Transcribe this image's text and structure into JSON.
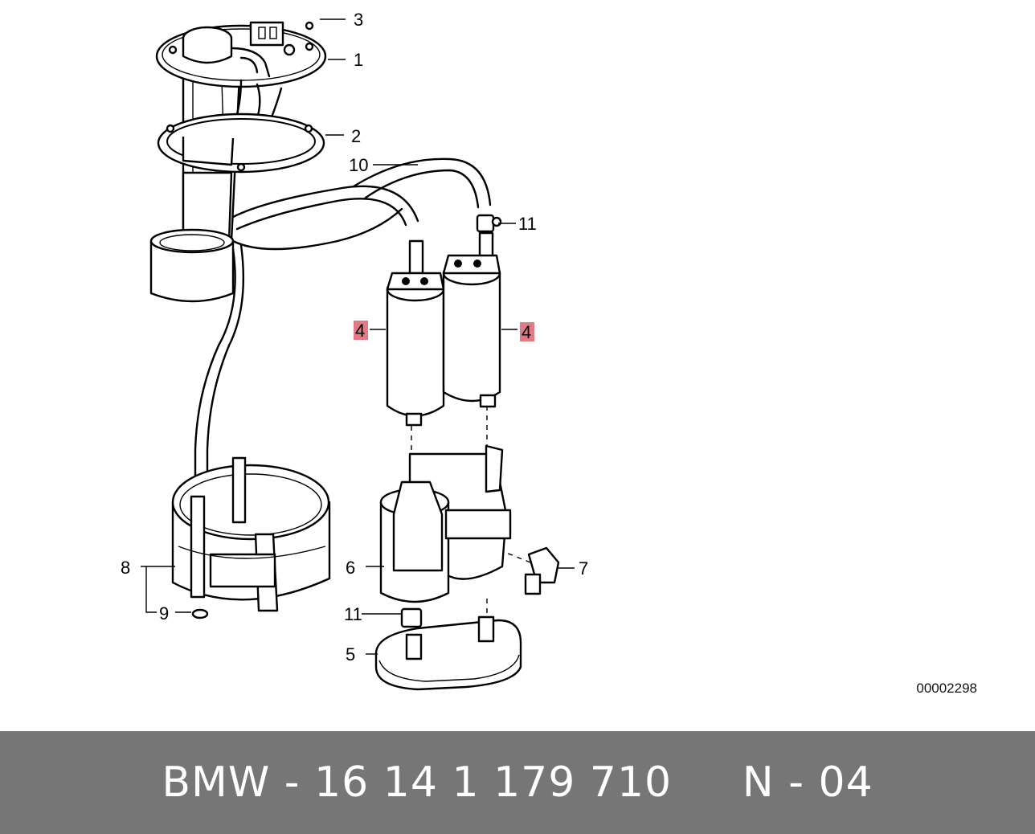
{
  "diagram": {
    "callouts": [
      {
        "id": "c1",
        "text": "1"
      },
      {
        "id": "c2",
        "text": "2"
      },
      {
        "id": "c3",
        "text": "3"
      },
      {
        "id": "c4a",
        "text": "4",
        "highlighted": true
      },
      {
        "id": "c4b",
        "text": "4",
        "highlighted": true
      },
      {
        "id": "c5",
        "text": "5"
      },
      {
        "id": "c6",
        "text": "6"
      },
      {
        "id": "c7",
        "text": "7"
      },
      {
        "id": "c8",
        "text": "8"
      },
      {
        "id": "c9",
        "text": "9"
      },
      {
        "id": "c10",
        "text": "10"
      },
      {
        "id": "c11a",
        "text": "11"
      },
      {
        "id": "c11b",
        "text": "11"
      }
    ],
    "reference_number": "00002298",
    "highlight_color": "#e07a84"
  },
  "footer": {
    "text": "BMW - 16 14 1 179 710     N - 04",
    "background": "#767676"
  }
}
